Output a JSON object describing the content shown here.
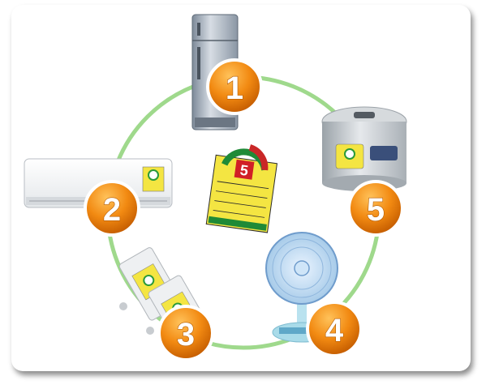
{
  "scene": {
    "ring_color": "#9fd98c",
    "badge_color": "#f28a12",
    "steps": [
      {
        "number": "1",
        "appliance": "refrigerator"
      },
      {
        "number": "2",
        "appliance": "air-conditioner"
      },
      {
        "number": "3",
        "appliance": "fluorescent-ballast"
      },
      {
        "number": "4",
        "appliance": "electric-fan"
      },
      {
        "number": "5",
        "appliance": "rice-cooker"
      }
    ],
    "label_center": {
      "rating": "5"
    }
  }
}
